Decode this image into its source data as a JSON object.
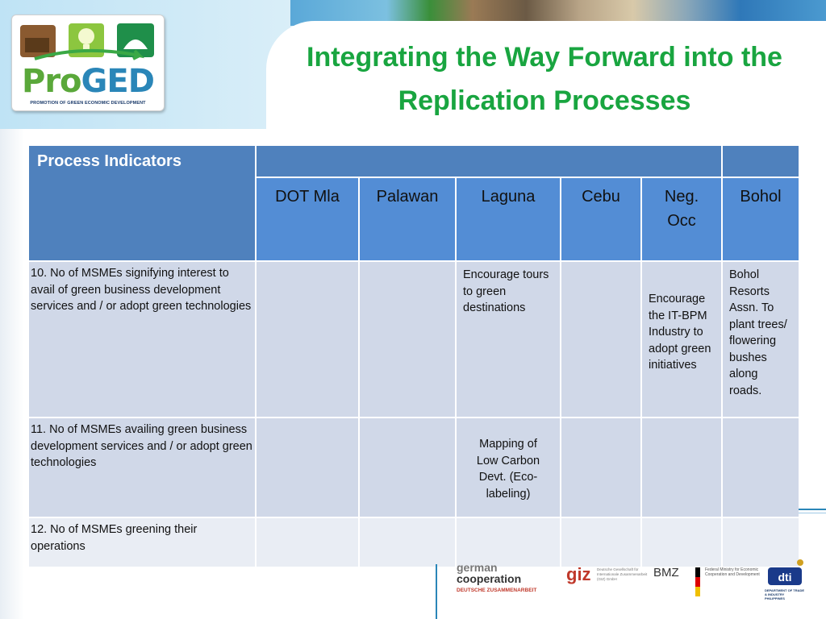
{
  "logo": {
    "name_part1": "Pro",
    "name_part2": "GED",
    "tagline": "PROMOTION OF GREEN ECONOMIC DEVELOPMENT"
  },
  "title": "Integrating the Way Forward into the Replication Processes",
  "table": {
    "header_left": "Process Indicators",
    "columns": [
      "DOT Mla",
      "Palawan",
      "Laguna",
      "Cebu",
      "Neg. Occ",
      "Bohol"
    ],
    "rows": [
      {
        "indicator": "10. No of MSMEs signifying interest to avail of green business development services and / or adopt green technologies",
        "laguna": "Encourage tours to green destinations",
        "neg_occ": "Encourage the IT-BPM Industry to adopt green initiatives",
        "bohol": "Bohol Resorts Assn. To plant trees/ flowering bushes along roads."
      },
      {
        "indicator": "11. No of MSMEs availing green business development services and / or adopt green technologies",
        "laguna": "Mapping of Low Carbon Devt. (Eco-labeling)"
      },
      {
        "indicator": "12. No of MSMEs greening their operations"
      }
    ]
  },
  "footer": {
    "german_line1": "german",
    "german_line2": "cooperation",
    "german_line3": "DEUTSCHE ZUSAMMENARBEIT",
    "giz": "giz",
    "giz_fine": "Deutsche Gesellschaft für Internationale Zusammenarbeit (GIZ) GmbH",
    "bmz": "BMZ",
    "bmz_fine": "Federal Ministry for Economic Cooperation and Development",
    "dti_fine": "DEPARTMENT OF TRADE & INDUSTRY PHILIPPINES"
  },
  "colors": {
    "title_green": "#19a540",
    "header_blue_dark": "#4f81bd",
    "header_blue_light": "#538dd5",
    "body_cell": "#d0d8e8"
  }
}
